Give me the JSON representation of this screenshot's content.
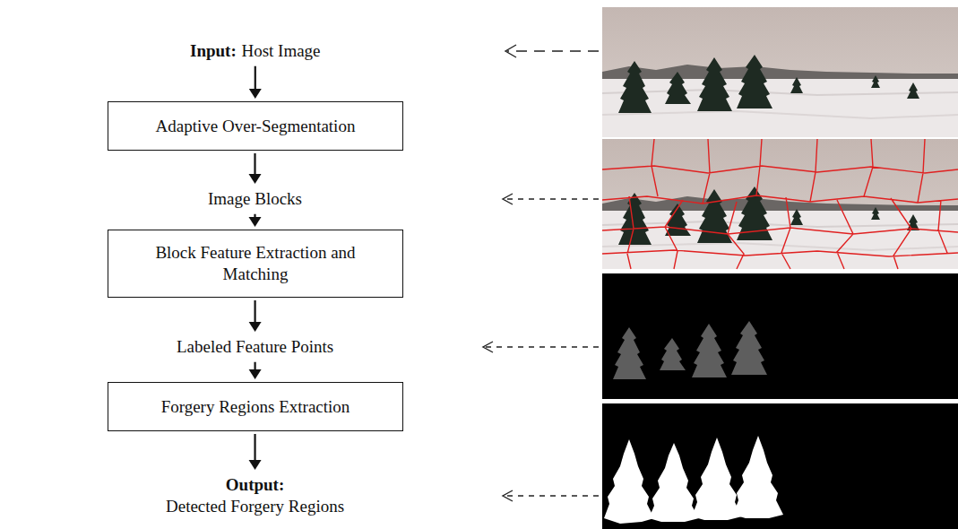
{
  "diagram": {
    "nodes": [
      {
        "text": [
          "Input:",
          "Host Image"
        ]
      },
      {
        "text": [
          "Adaptive Over-Segmentation"
        ]
      },
      {
        "text": [
          "Image Blocks"
        ]
      },
      {
        "text": [
          "Block Feature Extraction and Matching"
        ]
      },
      {
        "text": [
          "Labeled Feature Points"
        ]
      },
      {
        "text": [
          "Forgery Regions Extraction"
        ]
      },
      {
        "text": [
          "Output:",
          "Detected Forgery Regions"
        ]
      }
    ],
    "edges": [
      {
        "from": 0,
        "to": 1,
        "arrow": "to"
      },
      {
        "from": 1,
        "to": 2,
        "arrow": "to"
      },
      {
        "from": 2,
        "to": 3,
        "arrow": "to"
      },
      {
        "from": 3,
        "to": 4,
        "arrow": "to"
      },
      {
        "from": 4,
        "to": 5,
        "arrow": "to"
      },
      {
        "from": 5,
        "to": 6,
        "arrow": "to"
      }
    ]
  }
}
